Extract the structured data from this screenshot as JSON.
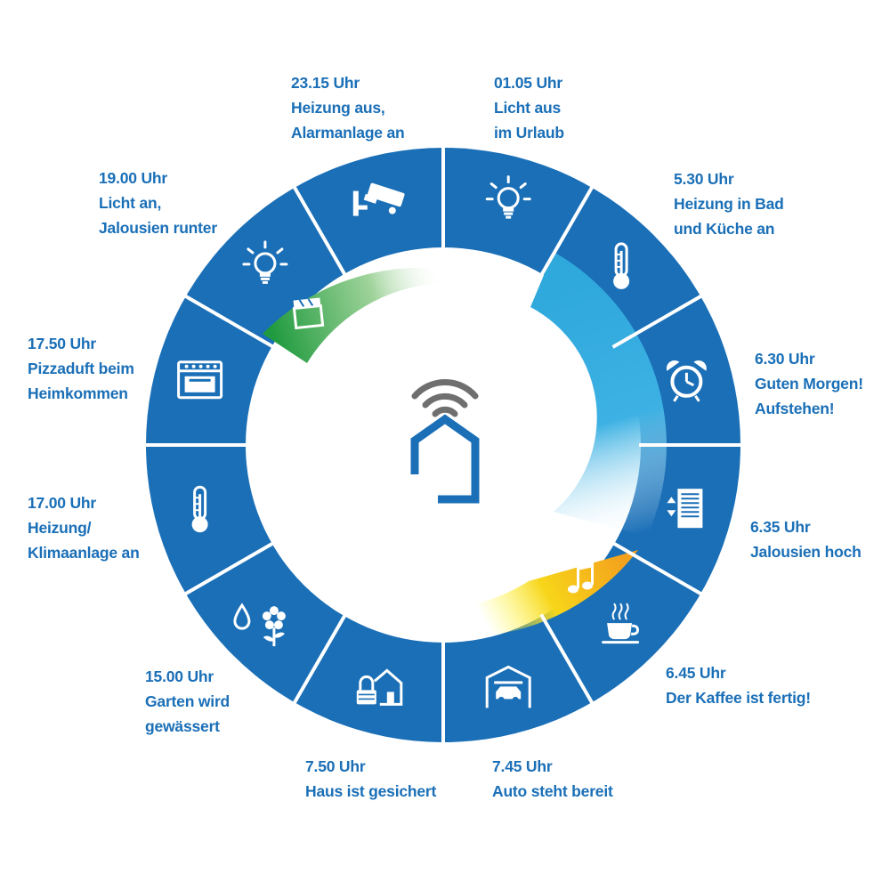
{
  "colors": {
    "ring": "#1a6fb7",
    "center_icon": "#1a6fb7",
    "wifi": "#6f6f6f",
    "label_text": "#1a6fb7",
    "segment_line": "#ffffff"
  },
  "center": {
    "icon": "smart-home-wifi-icon"
  },
  "events": [
    {
      "id": "0105",
      "time": "01.05 Uhr",
      "lines": [
        "Licht aus",
        "im Urlaub"
      ],
      "icon": "lightbulb-icon"
    },
    {
      "id": "0530",
      "time": "5.30 Uhr",
      "lines": [
        "Heizung in Bad",
        "und Küche an"
      ],
      "icon": "thermometer-icon"
    },
    {
      "id": "0630",
      "time": "6.30 Uhr",
      "lines": [
        "Guten Morgen!",
        "Aufstehen!"
      ],
      "icon": "alarm-clock-icon"
    },
    {
      "id": "0635",
      "time": "6.35 Uhr",
      "lines": [
        "Jalousien hoch"
      ],
      "icon": "blinds-icon"
    },
    {
      "id": "0645",
      "time": "6.45 Uhr",
      "lines": [
        "Der Kaffee ist fertig!"
      ],
      "icon": "coffee-cup-icon"
    },
    {
      "id": "0745",
      "time": "7.45 Uhr",
      "lines": [
        "Auto steht bereit"
      ],
      "icon": "garage-car-icon"
    },
    {
      "id": "0750",
      "time": "7.50 Uhr",
      "lines": [
        "Haus ist gesichert"
      ],
      "icon": "house-lock-icon"
    },
    {
      "id": "1500",
      "time": "15.00 Uhr",
      "lines": [
        "Garten wird",
        "gewässert"
      ],
      "icon": "water-flower-icon"
    },
    {
      "id": "1700",
      "time": "17.00 Uhr",
      "lines": [
        "Heizung/",
        "Klimaanlage an"
      ],
      "icon": "thermometer-icon"
    },
    {
      "id": "1750",
      "time": "17.50 Uhr",
      "lines": [
        "Pizzaduft beim",
        "Heimkommen"
      ],
      "icon": "oven-icon"
    },
    {
      "id": "1900",
      "time": "19.00 Uhr",
      "lines": [
        "Licht an,",
        "Jalousien runter"
      ],
      "icon": "lightbulb-icon"
    },
    {
      "id": "2315",
      "time": "23.15 Uhr",
      "lines": [
        "Heizung aus,",
        "Alarmanlage an"
      ],
      "icon": "security-camera-icon"
    }
  ],
  "inner_icons": [
    {
      "name": "music-note-icon",
      "color": "#ffffff"
    },
    {
      "name": "clapperboard-icon",
      "color": "#ffffff"
    }
  ]
}
